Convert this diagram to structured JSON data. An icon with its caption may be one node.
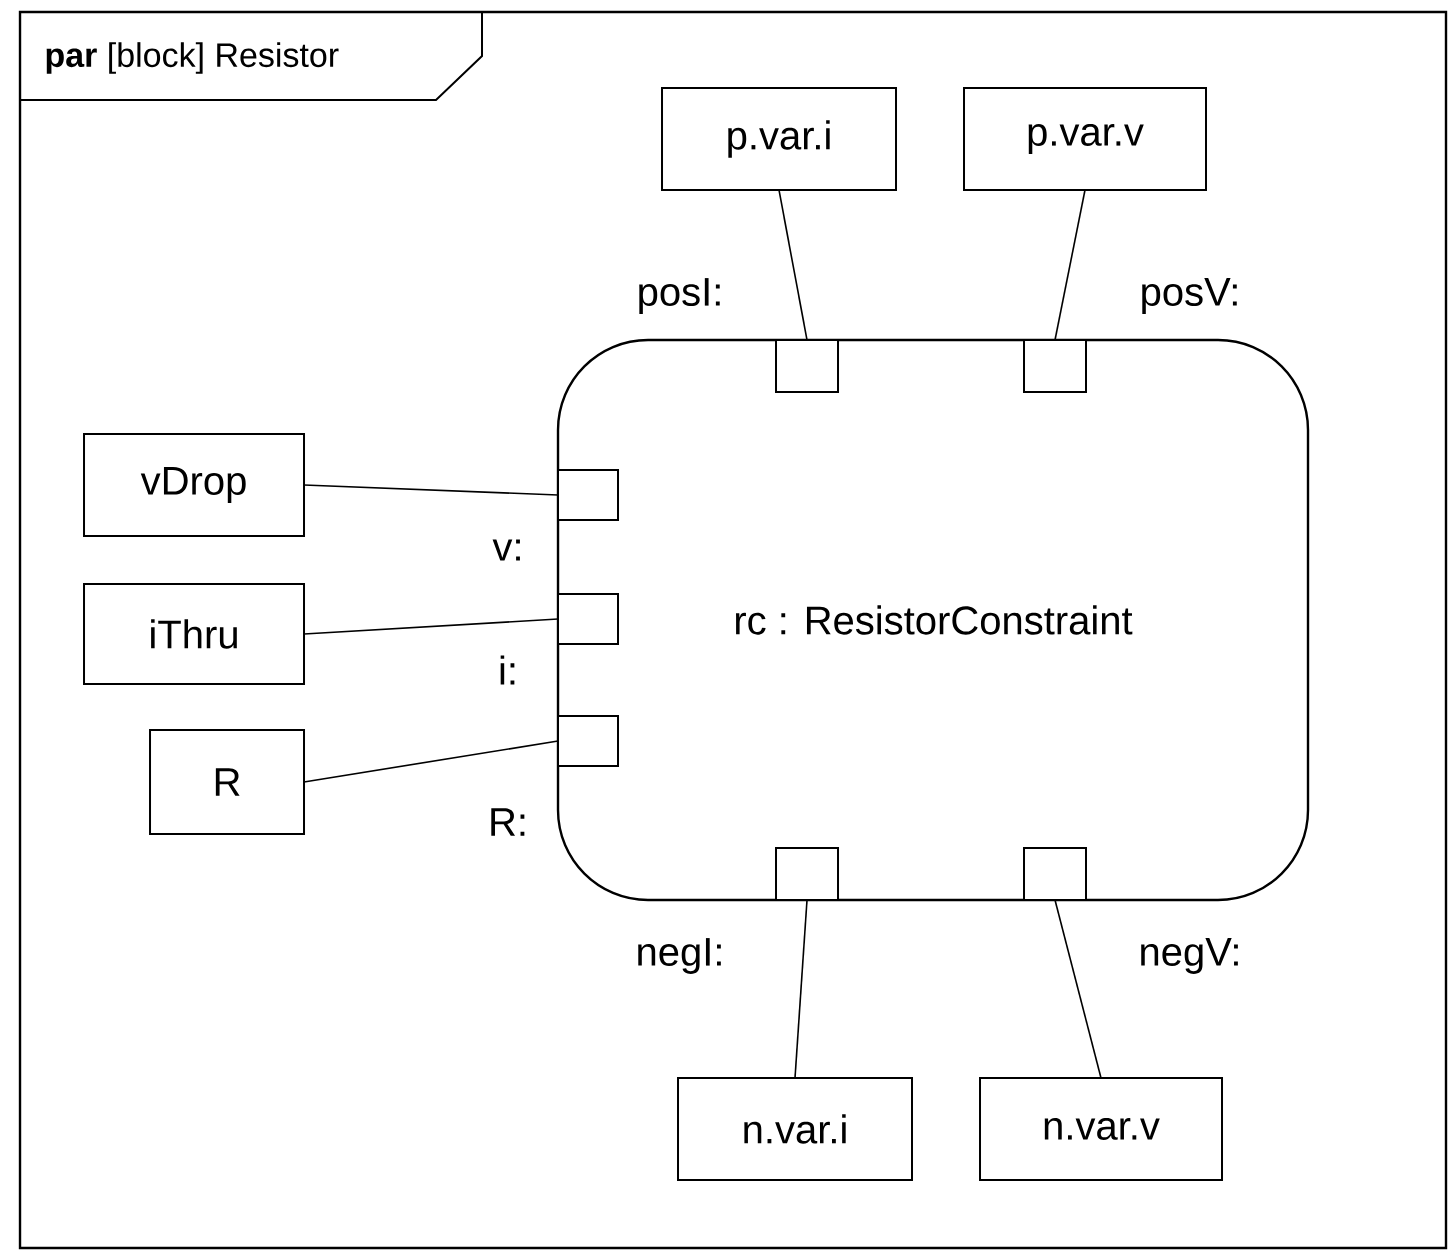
{
  "diagram": {
    "nodes": [
      {
        "text": [
          "**par** [block] Resistor"
        ]
      },
      {
        "text": [
          "p.var.i"
        ],
        "in": 0
      },
      {
        "text": [
          "p.var.v"
        ],
        "in": 0
      },
      {
        "text": [
          "rc : ResistorConstraint"
        ],
        "in": 0
      },
      {
        "text": [],
        "shape": "box",
        "in": 3
      },
      {
        "text": [],
        "shape": "box",
        "in": 3
      },
      {
        "text": [
          "vDrop"
        ],
        "in": 0
      },
      {
        "text": [],
        "shape": "box",
        "in": 3
      },
      {
        "text": [
          "iThru"
        ],
        "in": 0
      },
      {
        "text": [],
        "shape": "box",
        "in": 3
      },
      {
        "text": [
          "R"
        ],
        "in": 0
      },
      {
        "text": [],
        "shape": "box",
        "in": 3
      },
      {
        "text": [],
        "shape": "box",
        "in": 3
      },
      {
        "text": [],
        "shape": "box",
        "in": 3
      },
      {
        "text": [
          "n.var.i"
        ],
        "in": 0
      },
      {
        "text": [
          "n.var.v"
        ],
        "in": 0
      }
    ],
    "edges": [
      {
        "from": 1,
        "to": 4,
        "arrow": "none"
      },
      {
        "from": 2,
        "to": 5,
        "arrow": "none"
      },
      {
        "from": 6,
        "to": 7,
        "arrow": "none"
      },
      {
        "from": 8,
        "to": 9,
        "arrow": "none"
      },
      {
        "from": 10,
        "to": 11,
        "arrow": "none"
      },
      {
        "from": 12,
        "to": 14,
        "arrow": "none"
      },
      {
        "from": 13,
        "to": 15,
        "arrow": "none"
      }
    ],
    "labels": [
      "posI:",
      "posV:",
      "v:",
      "i:",
      "R:",
      "negI:",
      "negV:"
    ]
  }
}
